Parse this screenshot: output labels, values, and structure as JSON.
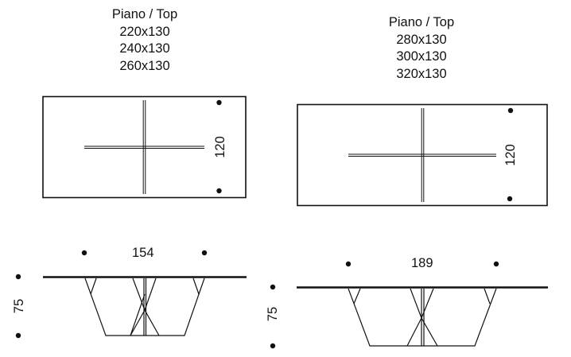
{
  "left_variant": {
    "title": "Piano / Top",
    "sizes": [
      "220x130",
      "240x130",
      "260x130"
    ],
    "top_view_depth": "120",
    "front_view_width": "154",
    "front_view_height": "75"
  },
  "right_variant": {
    "title": "Piano / Top",
    "sizes": [
      "280x130",
      "300x130",
      "320x130"
    ],
    "top_view_depth": "120",
    "front_view_width": "189",
    "front_view_height": "75"
  },
  "colors": {
    "line": "#111111",
    "background": "#ffffff"
  }
}
